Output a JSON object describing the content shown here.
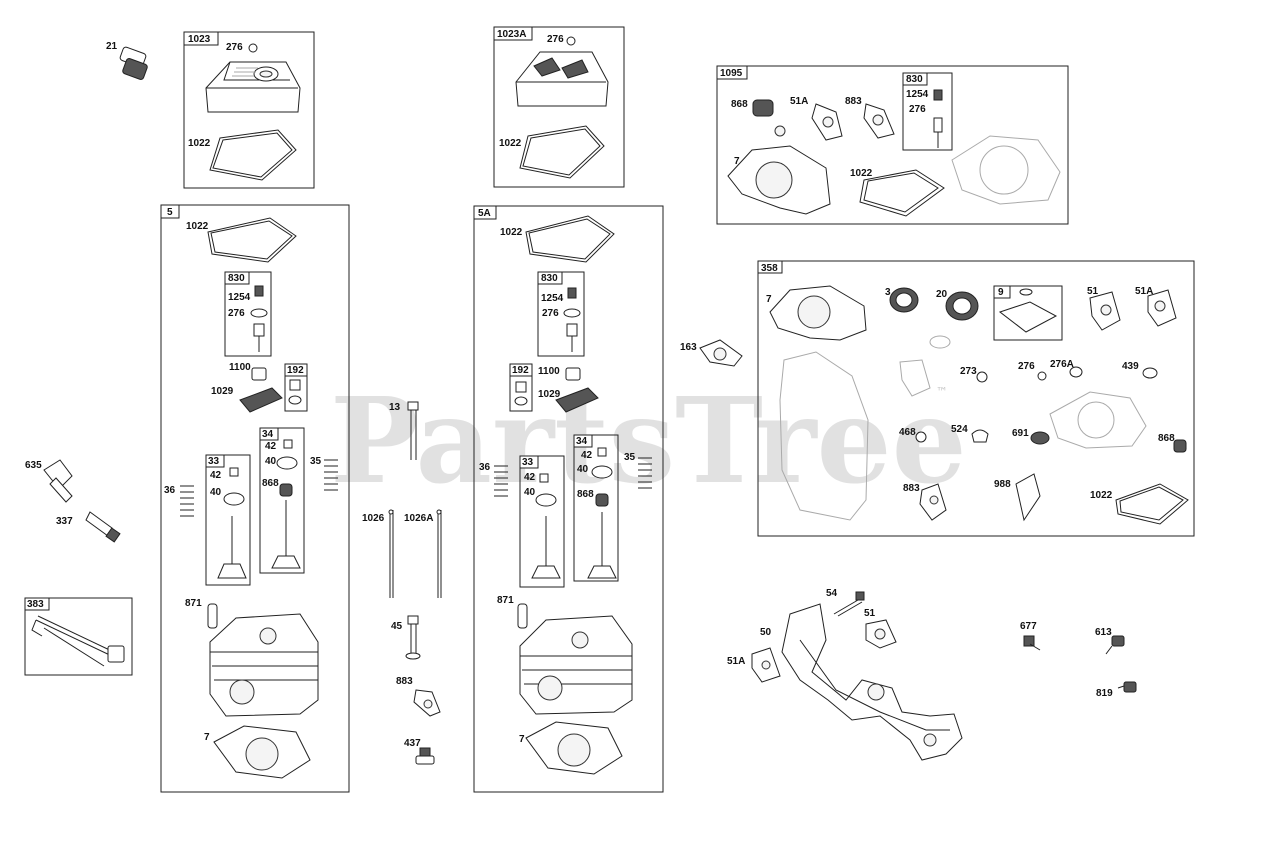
{
  "watermark": {
    "text": "PartsTree",
    "trademark": "™"
  },
  "groups": [
    {
      "id": "g1023",
      "tag": "1023"
    },
    {
      "id": "g1023a",
      "tag": "1023A"
    },
    {
      "id": "g1095",
      "tag": "1095"
    },
    {
      "id": "g830c",
      "tag": "830"
    },
    {
      "id": "g5",
      "tag": "5"
    },
    {
      "id": "g830a",
      "tag": "830"
    },
    {
      "id": "g192a",
      "tag": "192"
    },
    {
      "id": "g34a",
      "tag": "34"
    },
    {
      "id": "g33a",
      "tag": "33"
    },
    {
      "id": "g5a",
      "tag": "5A"
    },
    {
      "id": "g830b",
      "tag": "830"
    },
    {
      "id": "g192b",
      "tag": "192"
    },
    {
      "id": "g33b",
      "tag": "33"
    },
    {
      "id": "g34b",
      "tag": "34"
    },
    {
      "id": "g358",
      "tag": "358"
    },
    {
      "id": "g9",
      "tag": "9"
    },
    {
      "id": "g383",
      "tag": "383"
    }
  ],
  "callouts": [
    "21",
    "276",
    "1022",
    "276",
    "1022",
    "868",
    "51A",
    "883",
    "1254",
    "276",
    "7",
    "1022",
    "1022",
    "1254",
    "276",
    "1100",
    "1029",
    "42",
    "40",
    "868",
    "35",
    "36",
    "42",
    "40",
    "871",
    "7",
    "1022",
    "1254",
    "276",
    "1100",
    "1029",
    "42",
    "40",
    "868",
    "35",
    "36",
    "42",
    "40",
    "871",
    "7",
    "635",
    "337",
    "13",
    "1026",
    "1026A",
    "45",
    "883",
    "437",
    "163",
    "7",
    "3",
    "20",
    "51",
    "51A",
    "273",
    "276",
    "276A",
    "439",
    "468",
    "524",
    "691",
    "868",
    "883",
    "988",
    "1022",
    "54",
    "50",
    "51",
    "51A",
    "677",
    "613",
    "819"
  ]
}
